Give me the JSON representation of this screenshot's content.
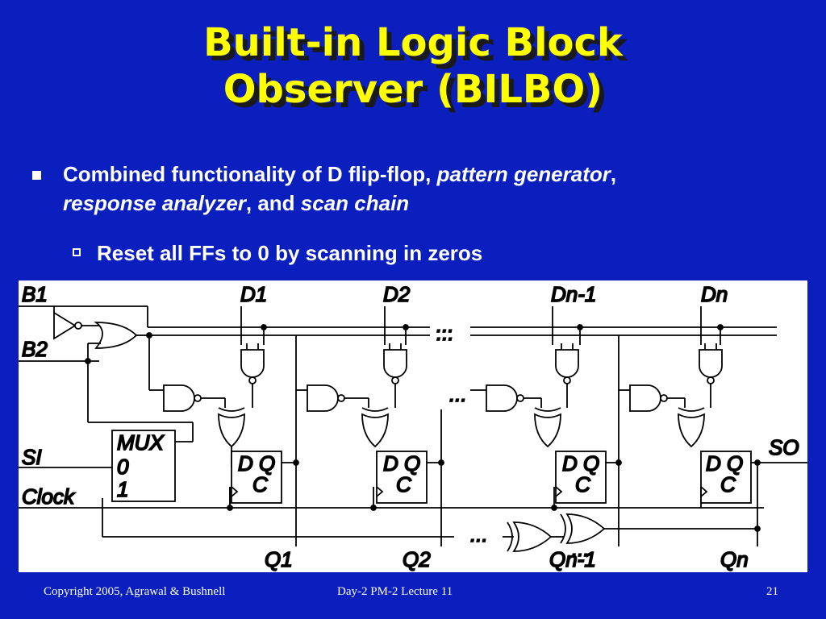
{
  "title": {
    "line1": "Built-in Logic Block",
    "line2": "Observer (BILBO)"
  },
  "bullets": {
    "b1": {
      "part1": "Combined functionality of D flip-flop, ",
      "em1": "pattern generator",
      "part2": ",",
      "em2": "response analyzer",
      "part3": ", and ",
      "em3": "scan chain"
    },
    "b2": "Reset all FFs to 0 by scanning in zeros"
  },
  "diagram": {
    "inputs": {
      "b1": "B1",
      "b2": "B2",
      "si": "SI",
      "clock": "Clock"
    },
    "data_inputs": [
      "D1",
      "D2",
      "Dn-1",
      "Dn"
    ],
    "outputs": [
      "Q1",
      "Q2",
      "Qn-1",
      "Qn"
    ],
    "so": "SO",
    "mux": {
      "name": "MUX",
      "in0": "0",
      "in1": "1"
    },
    "ff": {
      "dq": "D Q",
      "c": "C"
    },
    "ellipsis": "..."
  },
  "footer": {
    "copyright": "Copyright 2005, Agrawal & Bushnell",
    "lecture": "Day-2 PM-2 Lecture 11",
    "page": "21"
  }
}
